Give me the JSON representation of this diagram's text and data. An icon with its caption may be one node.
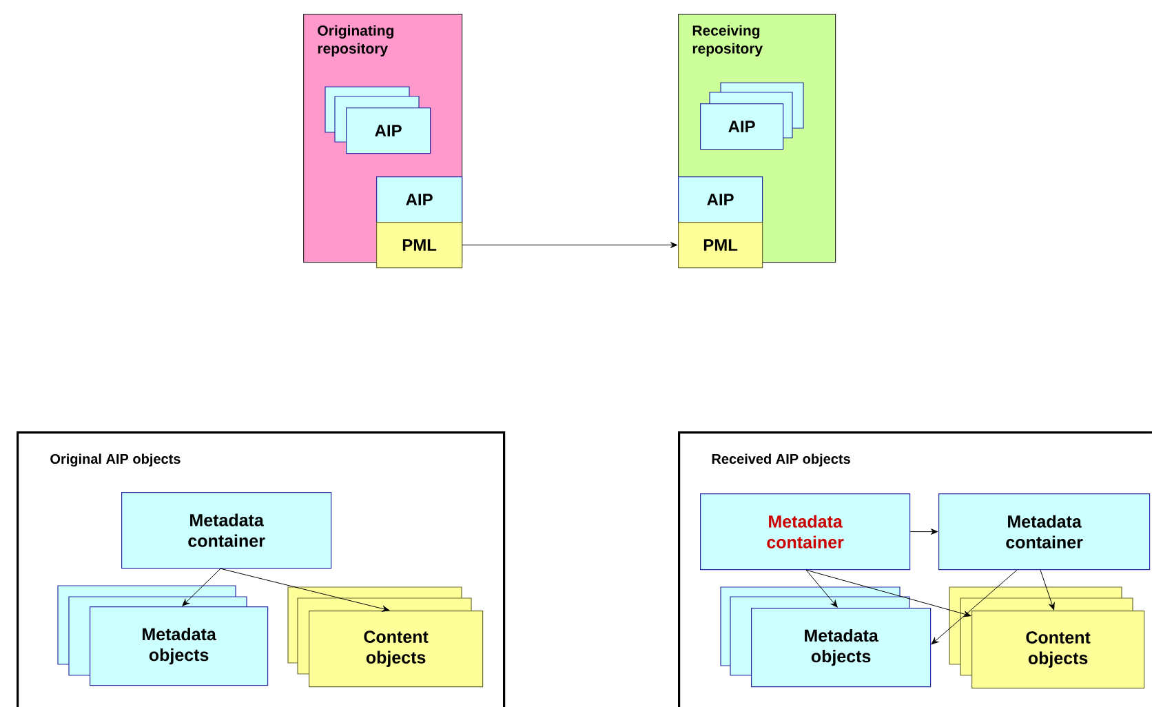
{
  "diagram": {
    "nodes": [
      {
        "text": [
          "Originating repository"
        ]
      },
      {
        "text": [
          "AIP"
        ],
        "in": 0
      },
      {
        "text": [
          "AIP"
        ],
        "in": 0
      },
      {
        "text": [
          "PML"
        ],
        "in": 0
      },
      {
        "text": [
          "Receiving repository"
        ]
      },
      {
        "text": [
          "AIP"
        ],
        "in": 4
      },
      {
        "text": [
          "AIP"
        ],
        "in": 4
      },
      {
        "text": [
          "PML"
        ],
        "in": 4
      },
      {
        "text": [
          "Original AIP objects"
        ]
      },
      {
        "text": [
          "Metadata container"
        ],
        "in": 8
      },
      {
        "text": [
          "Metadata objects"
        ],
        "in": 8
      },
      {
        "text": [
          "Content objects"
        ],
        "in": 8
      },
      {
        "text": [
          "Received AIP objects"
        ]
      },
      {
        "text": [
          "Metadata container"
        ],
        "in": 12
      },
      {
        "text": [
          "Metadata container"
        ],
        "in": 12
      },
      {
        "text": [
          "Metadata objects"
        ],
        "in": 12
      },
      {
        "text": [
          "Content objects"
        ],
        "in": 12
      }
    ],
    "edges": [
      {
        "from": 3,
        "to": 7,
        "arrow": "to"
      },
      {
        "from": 9,
        "to": 10,
        "arrow": "to"
      },
      {
        "from": 9,
        "to": 11,
        "arrow": "to"
      },
      {
        "from": 13,
        "to": 14,
        "arrow": "to"
      },
      {
        "from": 13,
        "to": 15,
        "arrow": "to"
      },
      {
        "from": 13,
        "to": 16,
        "arrow": "to"
      },
      {
        "from": 14,
        "to": 15,
        "arrow": "to"
      },
      {
        "from": 14,
        "to": 16,
        "arrow": "to"
      }
    ]
  }
}
